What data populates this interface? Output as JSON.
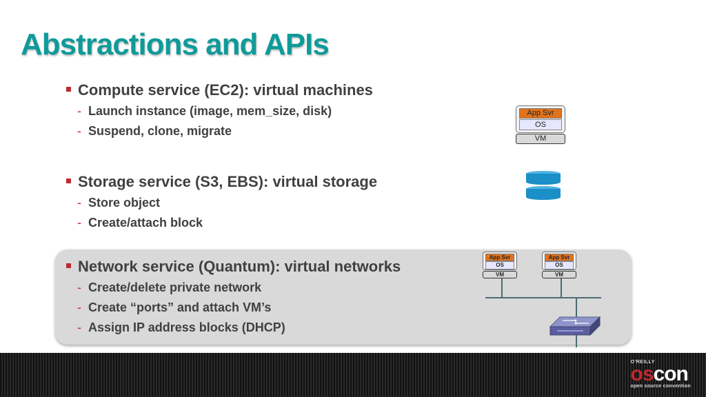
{
  "slide": {
    "title": "Abstractions and APIs"
  },
  "sections": [
    {
      "heading": "Compute service (EC2):   virtual machines",
      "items": [
        "Launch instance (image, mem_size, disk)",
        "Suspend, clone, migrate"
      ]
    },
    {
      "heading": "Storage service (S3, EBS): virtual storage",
      "items": [
        "Store object",
        "Create/attach block"
      ]
    },
    {
      "heading": "Network service (Quantum): virtual networks",
      "items": [
        "Create/delete private network",
        "Create “ports” and attach VM’s",
        "Assign IP address blocks (DHCP)"
      ]
    }
  ],
  "vm_diagram": {
    "app": "App Svr",
    "os": "OS",
    "vm": "VM"
  },
  "logo": {
    "publisher": "O'REILLY",
    "name_part1": "os",
    "name_part2": "con",
    "tagline": "open source convention"
  },
  "colors": {
    "title": "#0f9a9a",
    "bullet": "#c0282f",
    "text": "#404040",
    "highlight": "#d9d9d9",
    "app_layer": "#e0731d",
    "storage": "#1a8fc8"
  }
}
